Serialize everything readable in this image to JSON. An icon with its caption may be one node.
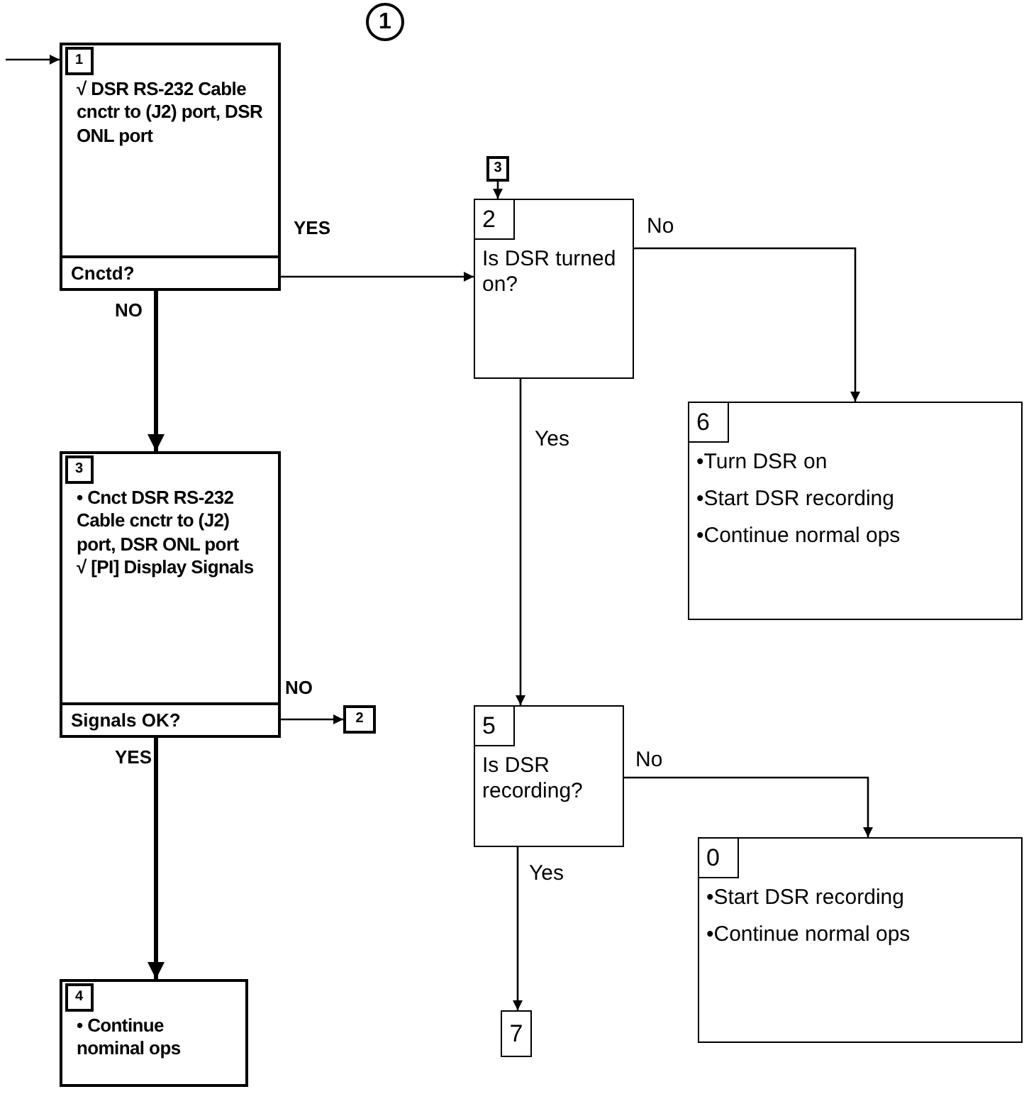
{
  "diagram": {
    "nodes": [
      {
        "text": [
          "1"
        ]
      },
      {
        "text": [
          "1",
          "√ DSR RS-232 Cable cnctr to (J2) port, DSR ONL port",
          "Cnctd?"
        ]
      },
      {
        "text": [
          "3"
        ]
      },
      {
        "text": [
          "2",
          "Is DSR turned on?"
        ]
      },
      {
        "text": [
          "6",
          "•Turn DSR on",
          "•Start DSR recording",
          "•Continue normal ops"
        ]
      },
      {
        "text": [
          "3",
          "• Cnct DSR RS-232 Cable cnctr to (J2) port, DSR ONL port",
          "√ [PI] Display Signals",
          "Signals OK?"
        ]
      },
      {
        "text": [
          "2"
        ]
      },
      {
        "text": [
          "5",
          "Is DSR recording?"
        ]
      },
      {
        "text": [
          "0",
          "•Start DSR recording",
          "•Continue normal ops"
        ]
      },
      {
        "text": [
          "4",
          "• Continue nominal ops"
        ]
      },
      {
        "text": [
          "7"
        ]
      }
    ],
    "edges": [
      {
        "from": null,
        "to": 1,
        "arrow": "to"
      },
      {
        "from": 1,
        "to": 3,
        "arrow": "to",
        "label": "YES"
      },
      {
        "from": 1,
        "to": 5,
        "arrow": "to",
        "label": "NO",
        "style": "thick"
      },
      {
        "from": 2,
        "to": 3,
        "arrow": "to"
      },
      {
        "from": 3,
        "to": 4,
        "arrow": "to",
        "label": "No"
      },
      {
        "from": 3,
        "to": 7,
        "arrow": "to",
        "label": "Yes"
      },
      {
        "from": 5,
        "to": 6,
        "arrow": "to",
        "label": "NO"
      },
      {
        "from": 5,
        "to": 9,
        "arrow": "to",
        "label": "YES",
        "style": "thick"
      },
      {
        "from": 7,
        "to": 8,
        "arrow": "to",
        "label": "No"
      },
      {
        "from": 7,
        "to": 10,
        "arrow": "to",
        "label": "Yes"
      }
    ]
  }
}
